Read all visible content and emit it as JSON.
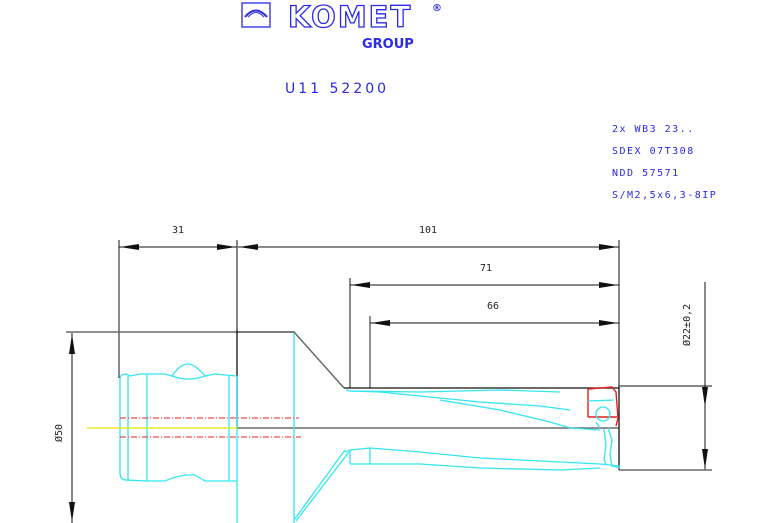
{
  "logo": {
    "brand": "KOMET",
    "registered": "®",
    "sub": "GROUP",
    "color": "#2a2ae8"
  },
  "part_number": "U11 52200",
  "specs": [
    "2x WB3 23..",
    "SDEX 07T308",
    "NDD 57571",
    "S/M2,5x6,3-8IP"
  ],
  "dimensions": {
    "d31": "31",
    "d101": "101",
    "d71": "71",
    "d66": "66",
    "dia50": "Ø50",
    "dia22": "Ø22±0,2"
  },
  "colors": {
    "outline": "#111111",
    "contour": "#33e6f0",
    "centerline": "#ee2222",
    "axis": "#e8e800",
    "insert": "#e02020",
    "text": "#2a2ae8"
  }
}
